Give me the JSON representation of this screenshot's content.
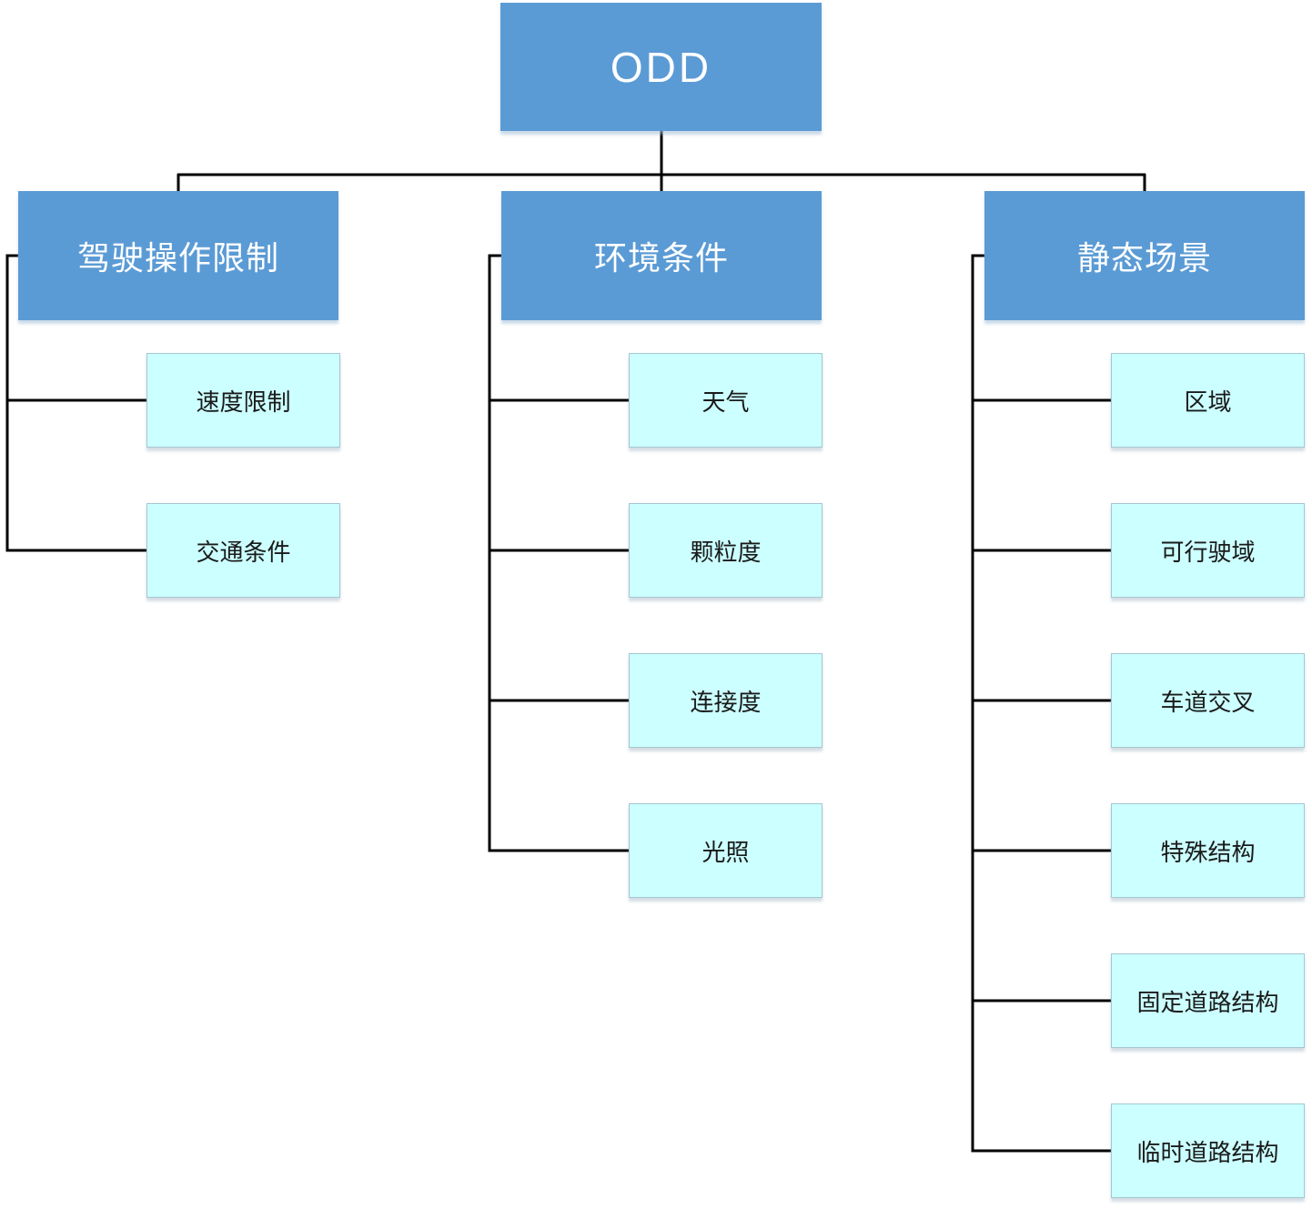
{
  "diagram": {
    "title": "ODD hierarchy chart",
    "colors": {
      "root_fill": "#5B9BD5",
      "branch_fill": "#5B9BD5",
      "leaf_fill": "#CCFFFF",
      "root_text": "#FFFFFF",
      "leaf_text": "#1A1A1A",
      "connector": "#000000"
    },
    "root": {
      "label": "ODD"
    },
    "branches": [
      {
        "label": "驾驶操作限制",
        "children": [
          "速度限制",
          "交通条件"
        ]
      },
      {
        "label": "环境条件",
        "children": [
          "天气",
          "颗粒度",
          "连接度",
          "光照"
        ]
      },
      {
        "label": "静态场景",
        "children": [
          "区域",
          "可行驶域",
          "车道交叉",
          "特殊结构",
          "固定道路结构",
          "临时道路结构"
        ]
      }
    ]
  }
}
